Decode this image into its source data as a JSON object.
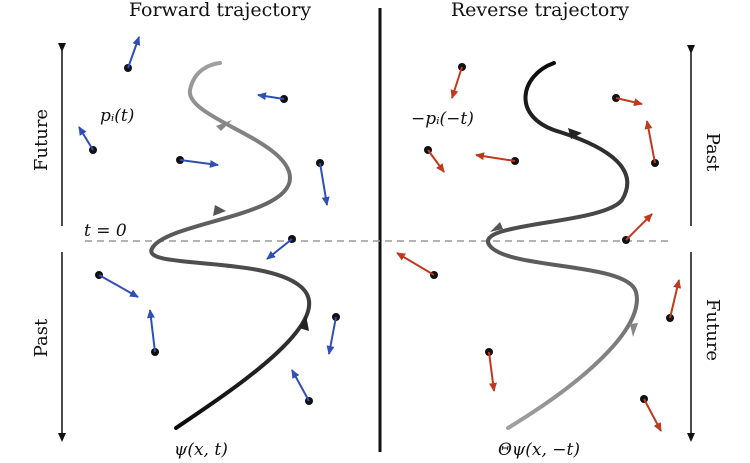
{
  "left_panel": {
    "title": "Forward trajectory",
    "future_label": "Future",
    "past_label": "Past",
    "momentum_label": "pᵢ(t)",
    "time_zero_label": "t = 0",
    "wavefunction_label": "ψ(x, t)",
    "arrow_color": "#2f4fb5"
  },
  "right_panel": {
    "title": "Reverse trajectory",
    "past_label": "Past",
    "future_label": "Future",
    "momentum_label": "−pᵢ(−t)",
    "wavefunction_label": "Θψ(x, −t)",
    "arrow_color": "#c0391f"
  },
  "colors": {
    "divider": "#111111",
    "dashed_line": "#9a9a9a"
  }
}
